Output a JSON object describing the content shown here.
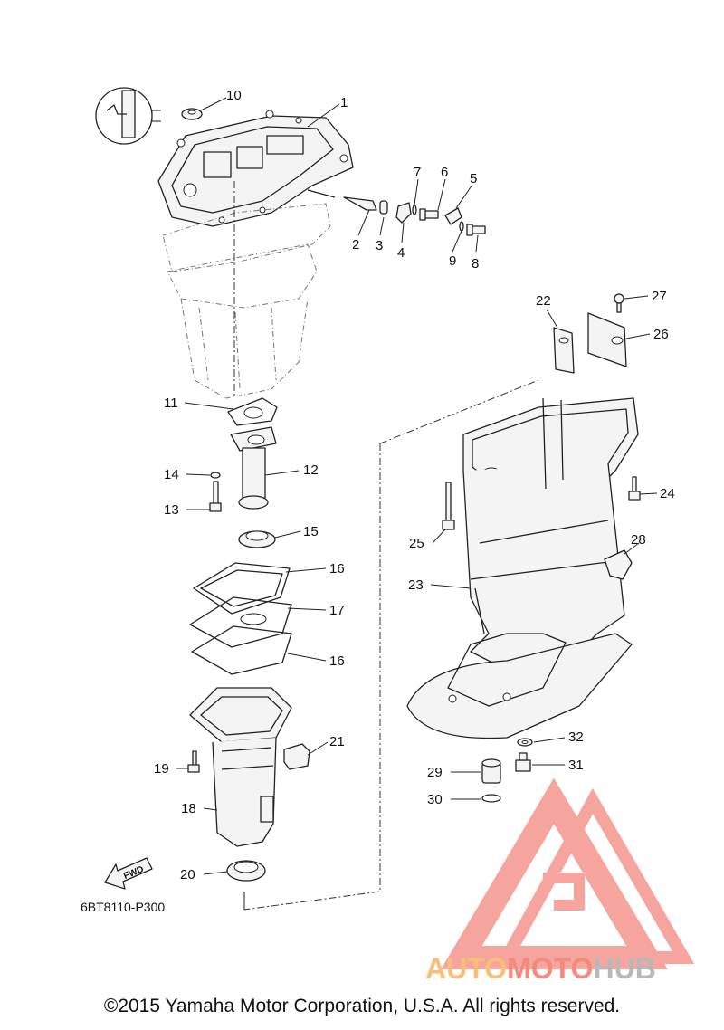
{
  "diagram_code": "6BT8110-P300",
  "fwd_label": "FWD",
  "copyright": "©2015 Yamaha Motor Corporation, U.S.A. All rights reserved.",
  "watermark": {
    "part1": "AUTO",
    "part2": "MOTO",
    "part3": "HUB",
    "color1": "#f7c07a",
    "color2": "#f28a7e",
    "color3": "#b8b8b8"
  },
  "callouts": [
    "1",
    "2",
    "3",
    "4",
    "5",
    "6",
    "7",
    "8",
    "9",
    "10",
    "11",
    "12",
    "13",
    "14",
    "15",
    "16",
    "17",
    "16",
    "19",
    "18",
    "21",
    "20",
    "22",
    "23",
    "24",
    "25",
    "26",
    "27",
    "28",
    "29",
    "30",
    "31",
    "32"
  ]
}
